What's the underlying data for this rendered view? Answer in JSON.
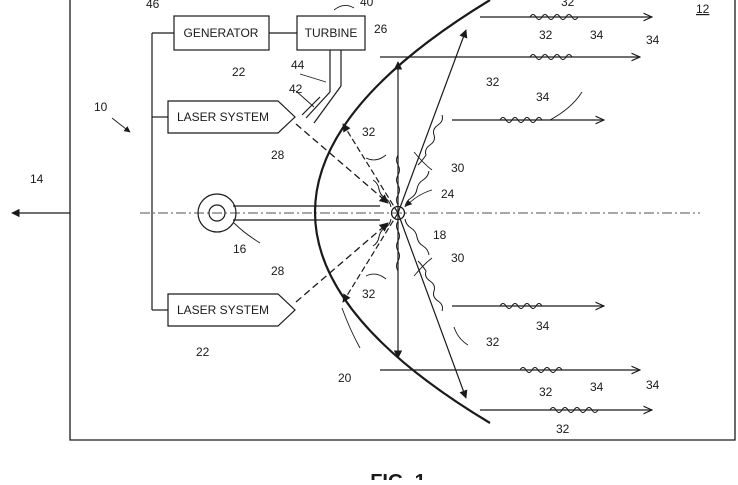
{
  "boxes": {
    "generator": "GENERATOR",
    "turbine": "TURBINE",
    "laser_top": "LASER SYSTEM",
    "laser_bottom": "LASER SYSTEM"
  },
  "refs": {
    "r12": "12",
    "r10": "10",
    "r14": "14",
    "r16": "16",
    "r18": "18",
    "r20": "20",
    "r22": "22",
    "r24": "24",
    "r26": "26",
    "r28": "28",
    "r30": "30",
    "r32": "32",
    "r34": "34",
    "r40": "40",
    "r42": "42",
    "r44": "44",
    "r46": "46"
  },
  "caption": "FIG. 1"
}
